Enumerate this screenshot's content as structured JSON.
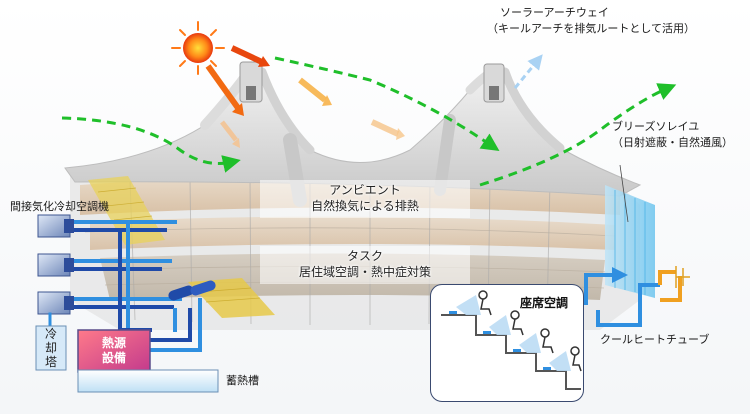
{
  "labels": {
    "solar_arch_way": "ソーラーアーチウェイ",
    "solar_arch_way_note": "（キールアーチを排気ルートとして活用）",
    "breeze_soleil": "ブリーズソレイユ",
    "breeze_soleil_note": "（日射遮蔽・自然通風）",
    "ambient_title": "アンビエント",
    "ambient_desc": "自然換気による排熱",
    "task_title": "タスク",
    "task_desc": "居住域空調・熱中症対策",
    "indirect_cooling_ac": "間接気化冷却空調機",
    "cooling_tower_1": "冷",
    "cooling_tower_2": "却",
    "cooling_tower_3": "塔",
    "heat_source_1": "熱源",
    "heat_source_2": "設備",
    "heat_storage": "蓄熱槽",
    "seat_ac": "座席空調",
    "cool_heat_tube": "クールヒートチューブ"
  },
  "colors": {
    "airflow_green": "#1fbf2a",
    "solar_orange": "#f08a1e",
    "cool_blue": "#2f8fe0",
    "duct_navy": "#1f4aa8",
    "heat_source_red": "#e64a5a"
  },
  "icons": [
    "sun-icon",
    "airflow-arrow-icon",
    "solar-heat-arrow-icon",
    "exhaust-arrow-icon",
    "seat-icon",
    "pipe-icon"
  ]
}
